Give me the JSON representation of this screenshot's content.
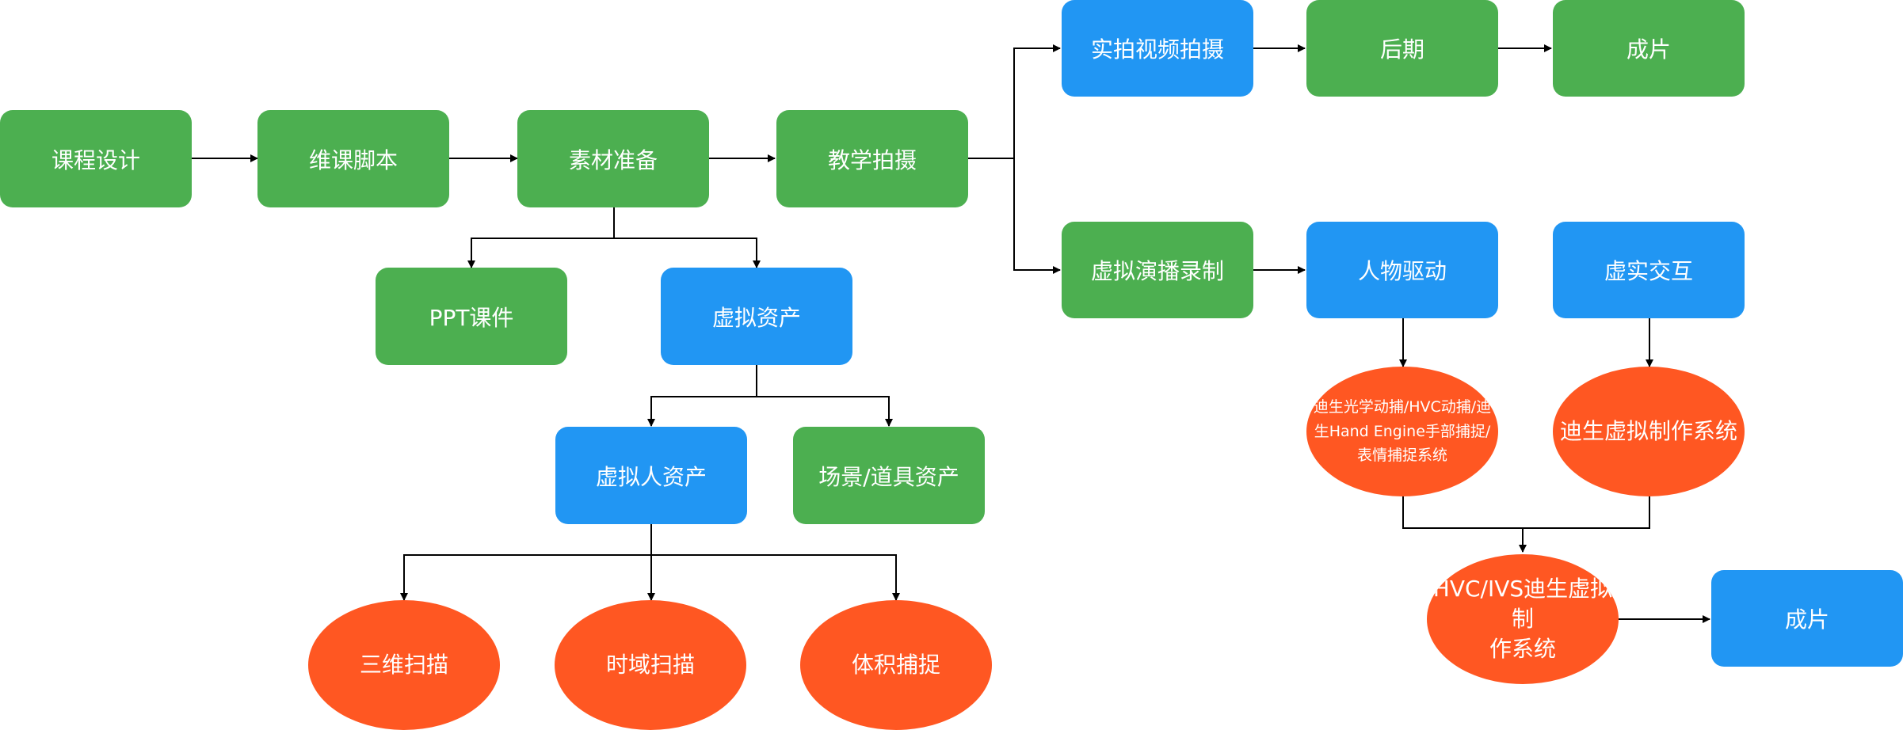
{
  "colors": {
    "green": "#4CAF50",
    "blue": "#2196F3",
    "orange": "#FF5722",
    "edge": "#000000"
  },
  "nodes": {
    "n1": "课程设计",
    "n2": "维课脚本",
    "n3": "素材准备",
    "n4": "教学拍摄",
    "n5": "PPT课件",
    "n6": "虚拟资产",
    "n7": "虚拟人资产",
    "n8": "场景/道具资产",
    "n9": "三维扫描",
    "n10": "时域扫描",
    "n11": "体积捕捉",
    "n12": "实拍视频拍摄",
    "n13": "后期",
    "n14": "成片",
    "n15": "虚拟演播录制",
    "n16": "人物驱动",
    "n17": "虚实交互",
    "n18": "迪生光学动捕/HVC动捕/迪\n生Hand Engine手部捕捉/\n表情捕捉系统",
    "n19": "迪生虚拟制作系统",
    "n20": "HVC/IVS迪生虚拟制\n作系统",
    "n21": "成片"
  }
}
